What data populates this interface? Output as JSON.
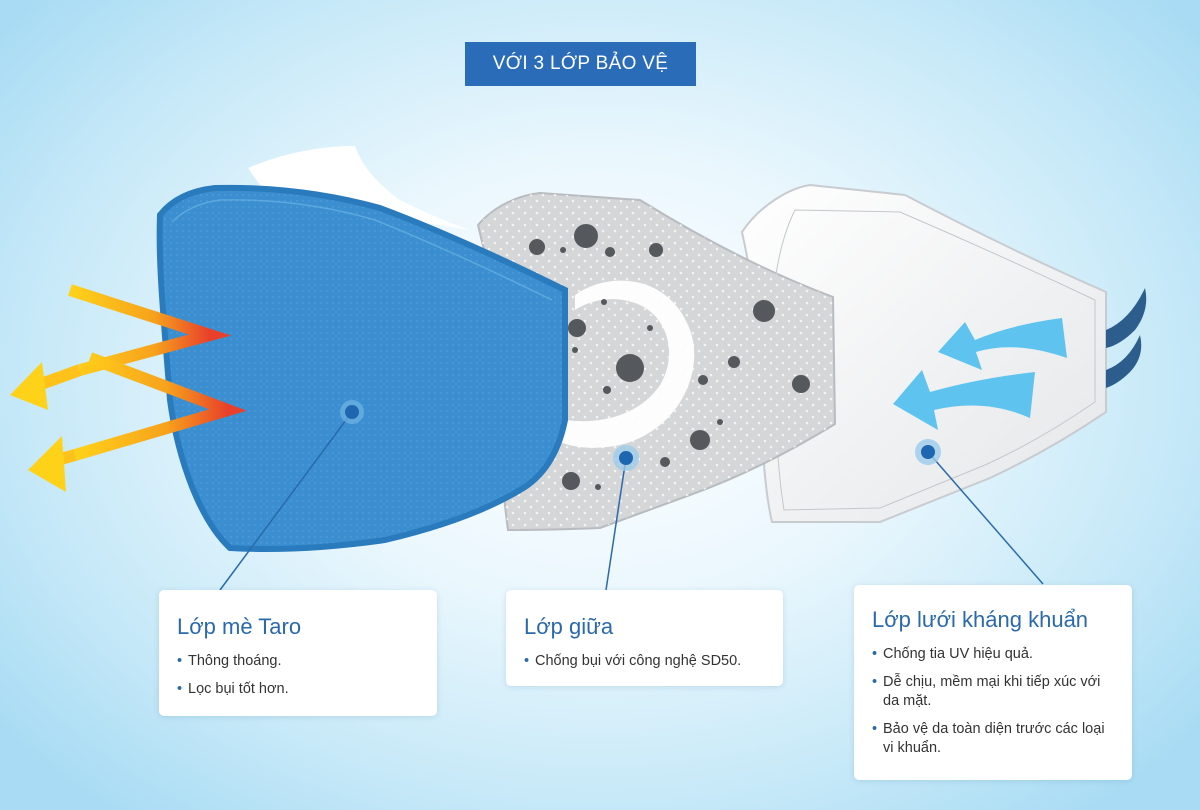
{
  "title": "VỚI 3 LỚP BẢO VỆ",
  "colors": {
    "accent": "#2b6cb8",
    "outer_layer": "#3b8fd0",
    "middle_layer": "#d4d6d8",
    "inner_layer": "#f2f3f4",
    "arrow_warm": "#f39a1e",
    "arrow_cool": "#5ec3ee"
  },
  "layers": [
    {
      "name": "Lớp mè Taro",
      "points": [
        "Thông thoáng.",
        "Lọc bụi tốt hơn."
      ]
    },
    {
      "name": "Lớp giữa",
      "points": [
        "Chống bụi với công nghệ SD50."
      ]
    },
    {
      "name": "Lớp lưới kháng khuẩn",
      "points": [
        "Chống tia UV hiệu quả.",
        "Dễ chịu, mềm mại khi tiếp xúc với da mặt.",
        "Bảo vệ da toàn diện trước các loại vi khuẩn."
      ]
    }
  ]
}
